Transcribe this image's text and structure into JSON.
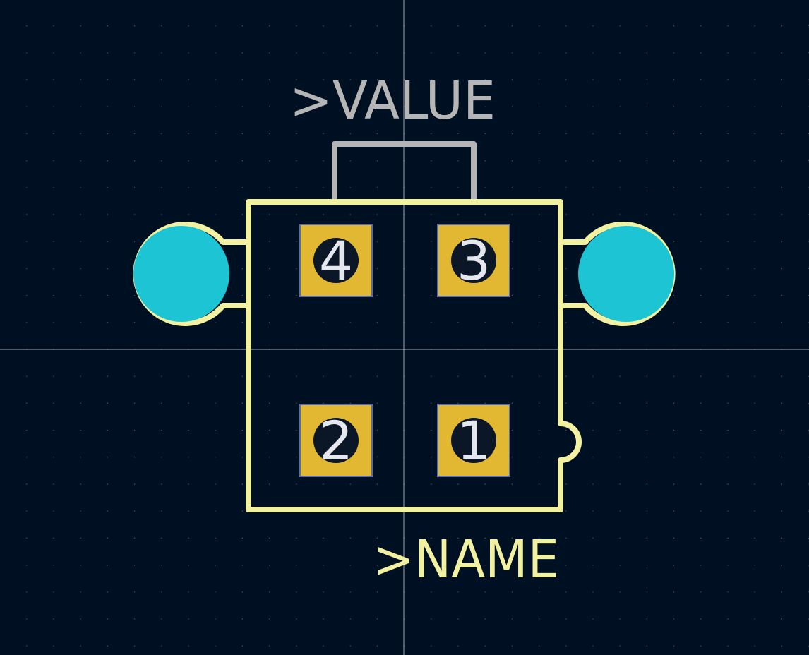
{
  "editor": {
    "background_color": "#001023",
    "grid_color": "#4a5a6a",
    "crosshair_color": "#c8ccd2"
  },
  "footprint": {
    "value_label": ">VALUE",
    "name_label": ">NAME",
    "silkscreen_color": "#f2f0a1",
    "fab_color": "#b5b5b5",
    "pad_color": "#e2b731",
    "pad_outline_color": "#5b6aa8",
    "drill_color": "#0b1626",
    "mount_hole_color": "#1dc5d4",
    "pad_number_color": "#e4e8ee",
    "pads": [
      {
        "number": "4"
      },
      {
        "number": "3"
      },
      {
        "number": "2"
      },
      {
        "number": "1"
      }
    ],
    "mount_holes": [
      {
        "side": "left"
      },
      {
        "side": "right"
      }
    ]
  }
}
